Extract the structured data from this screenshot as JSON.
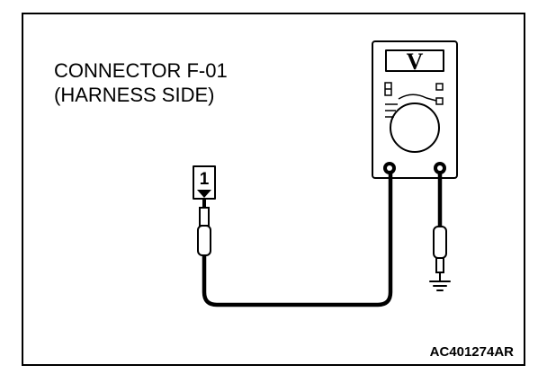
{
  "caption": {
    "line1": "CONNECTOR F-01",
    "line2": "(HARNESS SIDE)"
  },
  "connector": {
    "pin_label": "1"
  },
  "meter": {
    "mode_symbol": "V"
  },
  "figure_id": "AC401274AR"
}
